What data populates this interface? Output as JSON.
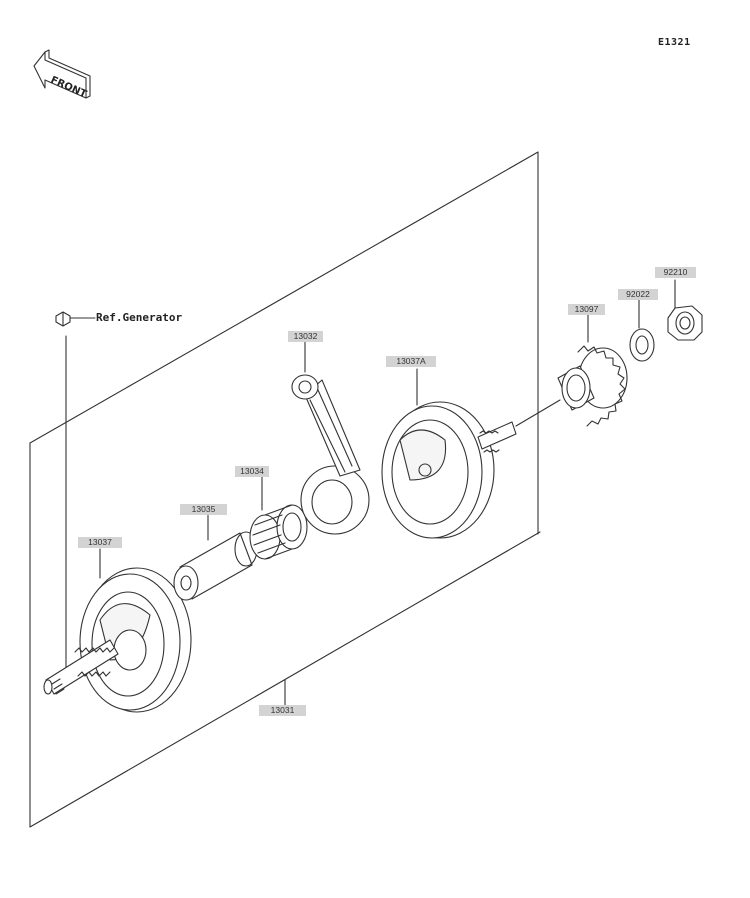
{
  "diagram_code": "E1321",
  "front_marker": "FRONT",
  "reference": "Ref.Generator",
  "parts": [
    {
      "id": "crankshaft-assembly",
      "number": "13031"
    },
    {
      "id": "connecting-rod",
      "number": "13032"
    },
    {
      "id": "needle-bearing",
      "number": "13034"
    },
    {
      "id": "crank-pin",
      "number": "13035"
    },
    {
      "id": "flywheel-left",
      "number": "13037"
    },
    {
      "id": "flywheel-right",
      "number": "13037A"
    },
    {
      "id": "gear",
      "number": "13097"
    },
    {
      "id": "washer",
      "number": "92022"
    },
    {
      "id": "nut",
      "number": "92210"
    }
  ]
}
